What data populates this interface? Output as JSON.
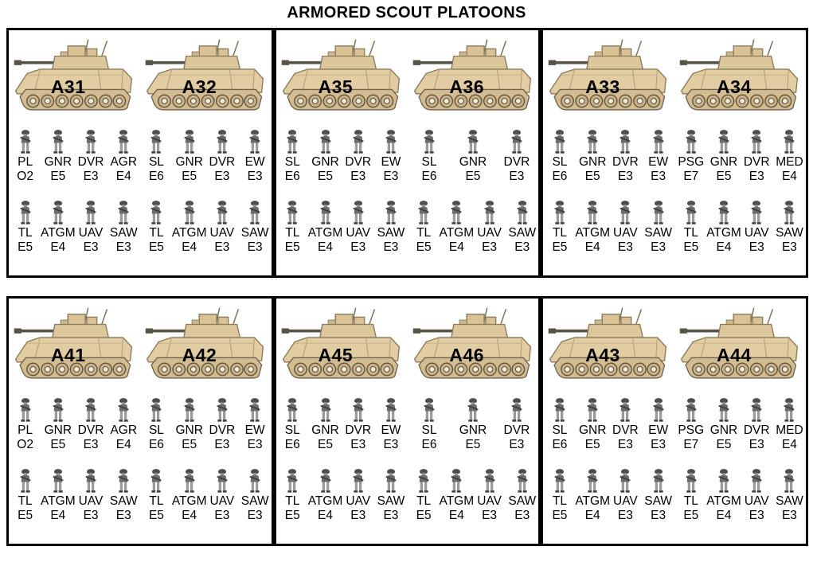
{
  "title": "ARMORED SCOUT PLATOONS",
  "colors": {
    "vehicle_body": "#e2cda3",
    "vehicle_outline": "#8a7a58",
    "track": "#d3bd90",
    "wheel_rim": "#5c5344",
    "box_border": "#000000",
    "soldier_gray": "#6b6b6b"
  },
  "rows": [
    {
      "boxes": [
        {
          "units": [
            {
              "vehicle_label": "A31",
              "crew_rows": [
                [
                  {
                    "role": "PL",
                    "rank": "O2"
                  },
                  {
                    "role": "GNR",
                    "rank": "E5"
                  },
                  {
                    "role": "DVR",
                    "rank": "E3"
                  },
                  {
                    "role": "AGR",
                    "rank": "E4"
                  }
                ],
                [
                  {
                    "role": "TL",
                    "rank": "E5"
                  },
                  {
                    "role": "ATGM",
                    "rank": "E4"
                  },
                  {
                    "role": "UAV",
                    "rank": "E3"
                  },
                  {
                    "role": "SAW",
                    "rank": "E3"
                  }
                ]
              ]
            },
            {
              "vehicle_label": "A32",
              "crew_rows": [
                [
                  {
                    "role": "SL",
                    "rank": "E6"
                  },
                  {
                    "role": "GNR",
                    "rank": "E5"
                  },
                  {
                    "role": "DVR",
                    "rank": "E3"
                  },
                  {
                    "role": "EW",
                    "rank": "E3"
                  }
                ],
                [
                  {
                    "role": "TL",
                    "rank": "E5"
                  },
                  {
                    "role": "ATGM",
                    "rank": "E4"
                  },
                  {
                    "role": "UAV",
                    "rank": "E3"
                  },
                  {
                    "role": "SAW",
                    "rank": "E3"
                  }
                ]
              ]
            }
          ]
        },
        {
          "units": [
            {
              "vehicle_label": "A35",
              "crew_rows": [
                [
                  {
                    "role": "SL",
                    "rank": "E6"
                  },
                  {
                    "role": "GNR",
                    "rank": "E5"
                  },
                  {
                    "role": "DVR",
                    "rank": "E3"
                  },
                  {
                    "role": "EW",
                    "rank": "E3"
                  }
                ],
                [
                  {
                    "role": "TL",
                    "rank": "E5"
                  },
                  {
                    "role": "ATGM",
                    "rank": "E4"
                  },
                  {
                    "role": "UAV",
                    "rank": "E3"
                  },
                  {
                    "role": "SAW",
                    "rank": "E3"
                  }
                ]
              ]
            },
            {
              "vehicle_label": "A36",
              "crew_rows": [
                [
                  {
                    "role": "SL",
                    "rank": "E6"
                  },
                  {
                    "role": "GNR",
                    "rank": "E5"
                  },
                  {
                    "role": "DVR",
                    "rank": "E3"
                  }
                ],
                [
                  {
                    "role": "TL",
                    "rank": "E5"
                  },
                  {
                    "role": "ATGM",
                    "rank": "E4"
                  },
                  {
                    "role": "UAV",
                    "rank": "E3"
                  },
                  {
                    "role": "SAW",
                    "rank": "E3"
                  }
                ]
              ]
            }
          ]
        },
        {
          "units": [
            {
              "vehicle_label": "A33",
              "crew_rows": [
                [
                  {
                    "role": "SL",
                    "rank": "E6"
                  },
                  {
                    "role": "GNR",
                    "rank": "E5"
                  },
                  {
                    "role": "DVR",
                    "rank": "E3"
                  },
                  {
                    "role": "EW",
                    "rank": "E3"
                  }
                ],
                [
                  {
                    "role": "TL",
                    "rank": "E5"
                  },
                  {
                    "role": "ATGM",
                    "rank": "E4"
                  },
                  {
                    "role": "UAV",
                    "rank": "E3"
                  },
                  {
                    "role": "SAW",
                    "rank": "E3"
                  }
                ]
              ]
            },
            {
              "vehicle_label": "A34",
              "crew_rows": [
                [
                  {
                    "role": "PSG",
                    "rank": "E7"
                  },
                  {
                    "role": "GNR",
                    "rank": "E5"
                  },
                  {
                    "role": "DVR",
                    "rank": "E3"
                  },
                  {
                    "role": "MED",
                    "rank": "E4"
                  }
                ],
                [
                  {
                    "role": "TL",
                    "rank": "E5"
                  },
                  {
                    "role": "ATGM",
                    "rank": "E4"
                  },
                  {
                    "role": "UAV",
                    "rank": "E3"
                  },
                  {
                    "role": "SAW",
                    "rank": "E3"
                  }
                ]
              ]
            }
          ]
        }
      ]
    },
    {
      "boxes": [
        {
          "units": [
            {
              "vehicle_label": "A41",
              "crew_rows": [
                [
                  {
                    "role": "PL",
                    "rank": "O2"
                  },
                  {
                    "role": "GNR",
                    "rank": "E5"
                  },
                  {
                    "role": "DVR",
                    "rank": "E3"
                  },
                  {
                    "role": "AGR",
                    "rank": "E4"
                  }
                ],
                [
                  {
                    "role": "TL",
                    "rank": "E5"
                  },
                  {
                    "role": "ATGM",
                    "rank": "E4"
                  },
                  {
                    "role": "UAV",
                    "rank": "E3"
                  },
                  {
                    "role": "SAW",
                    "rank": "E3"
                  }
                ]
              ]
            },
            {
              "vehicle_label": "A42",
              "crew_rows": [
                [
                  {
                    "role": "SL",
                    "rank": "E6"
                  },
                  {
                    "role": "GNR",
                    "rank": "E5"
                  },
                  {
                    "role": "DVR",
                    "rank": "E3"
                  },
                  {
                    "role": "EW",
                    "rank": "E3"
                  }
                ],
                [
                  {
                    "role": "TL",
                    "rank": "E5"
                  },
                  {
                    "role": "ATGM",
                    "rank": "E4"
                  },
                  {
                    "role": "UAV",
                    "rank": "E3"
                  },
                  {
                    "role": "SAW",
                    "rank": "E3"
                  }
                ]
              ]
            }
          ]
        },
        {
          "units": [
            {
              "vehicle_label": "A45",
              "crew_rows": [
                [
                  {
                    "role": "SL",
                    "rank": "E6"
                  },
                  {
                    "role": "GNR",
                    "rank": "E5"
                  },
                  {
                    "role": "DVR",
                    "rank": "E3"
                  },
                  {
                    "role": "EW",
                    "rank": "E3"
                  }
                ],
                [
                  {
                    "role": "TL",
                    "rank": "E5"
                  },
                  {
                    "role": "ATGM",
                    "rank": "E4"
                  },
                  {
                    "role": "UAV",
                    "rank": "E3"
                  },
                  {
                    "role": "SAW",
                    "rank": "E3"
                  }
                ]
              ]
            },
            {
              "vehicle_label": "A46",
              "crew_rows": [
                [
                  {
                    "role": "SL",
                    "rank": "E6"
                  },
                  {
                    "role": "GNR",
                    "rank": "E5"
                  },
                  {
                    "role": "DVR",
                    "rank": "E3"
                  }
                ],
                [
                  {
                    "role": "TL",
                    "rank": "E5"
                  },
                  {
                    "role": "ATGM",
                    "rank": "E4"
                  },
                  {
                    "role": "UAV",
                    "rank": "E3"
                  },
                  {
                    "role": "SAW",
                    "rank": "E3"
                  }
                ]
              ]
            }
          ]
        },
        {
          "units": [
            {
              "vehicle_label": "A43",
              "crew_rows": [
                [
                  {
                    "role": "SL",
                    "rank": "E6"
                  },
                  {
                    "role": "GNR",
                    "rank": "E5"
                  },
                  {
                    "role": "DVR",
                    "rank": "E3"
                  },
                  {
                    "role": "EW",
                    "rank": "E3"
                  }
                ],
                [
                  {
                    "role": "TL",
                    "rank": "E5"
                  },
                  {
                    "role": "ATGM",
                    "rank": "E4"
                  },
                  {
                    "role": "UAV",
                    "rank": "E3"
                  },
                  {
                    "role": "SAW",
                    "rank": "E3"
                  }
                ]
              ]
            },
            {
              "vehicle_label": "A44",
              "crew_rows": [
                [
                  {
                    "role": "PSG",
                    "rank": "E7"
                  },
                  {
                    "role": "GNR",
                    "rank": "E5"
                  },
                  {
                    "role": "DVR",
                    "rank": "E3"
                  },
                  {
                    "role": "MED",
                    "rank": "E4"
                  }
                ],
                [
                  {
                    "role": "TL",
                    "rank": "E5"
                  },
                  {
                    "role": "ATGM",
                    "rank": "E4"
                  },
                  {
                    "role": "UAV",
                    "rank": "E3"
                  },
                  {
                    "role": "SAW",
                    "rank": "E3"
                  }
                ]
              ]
            }
          ]
        }
      ]
    }
  ]
}
